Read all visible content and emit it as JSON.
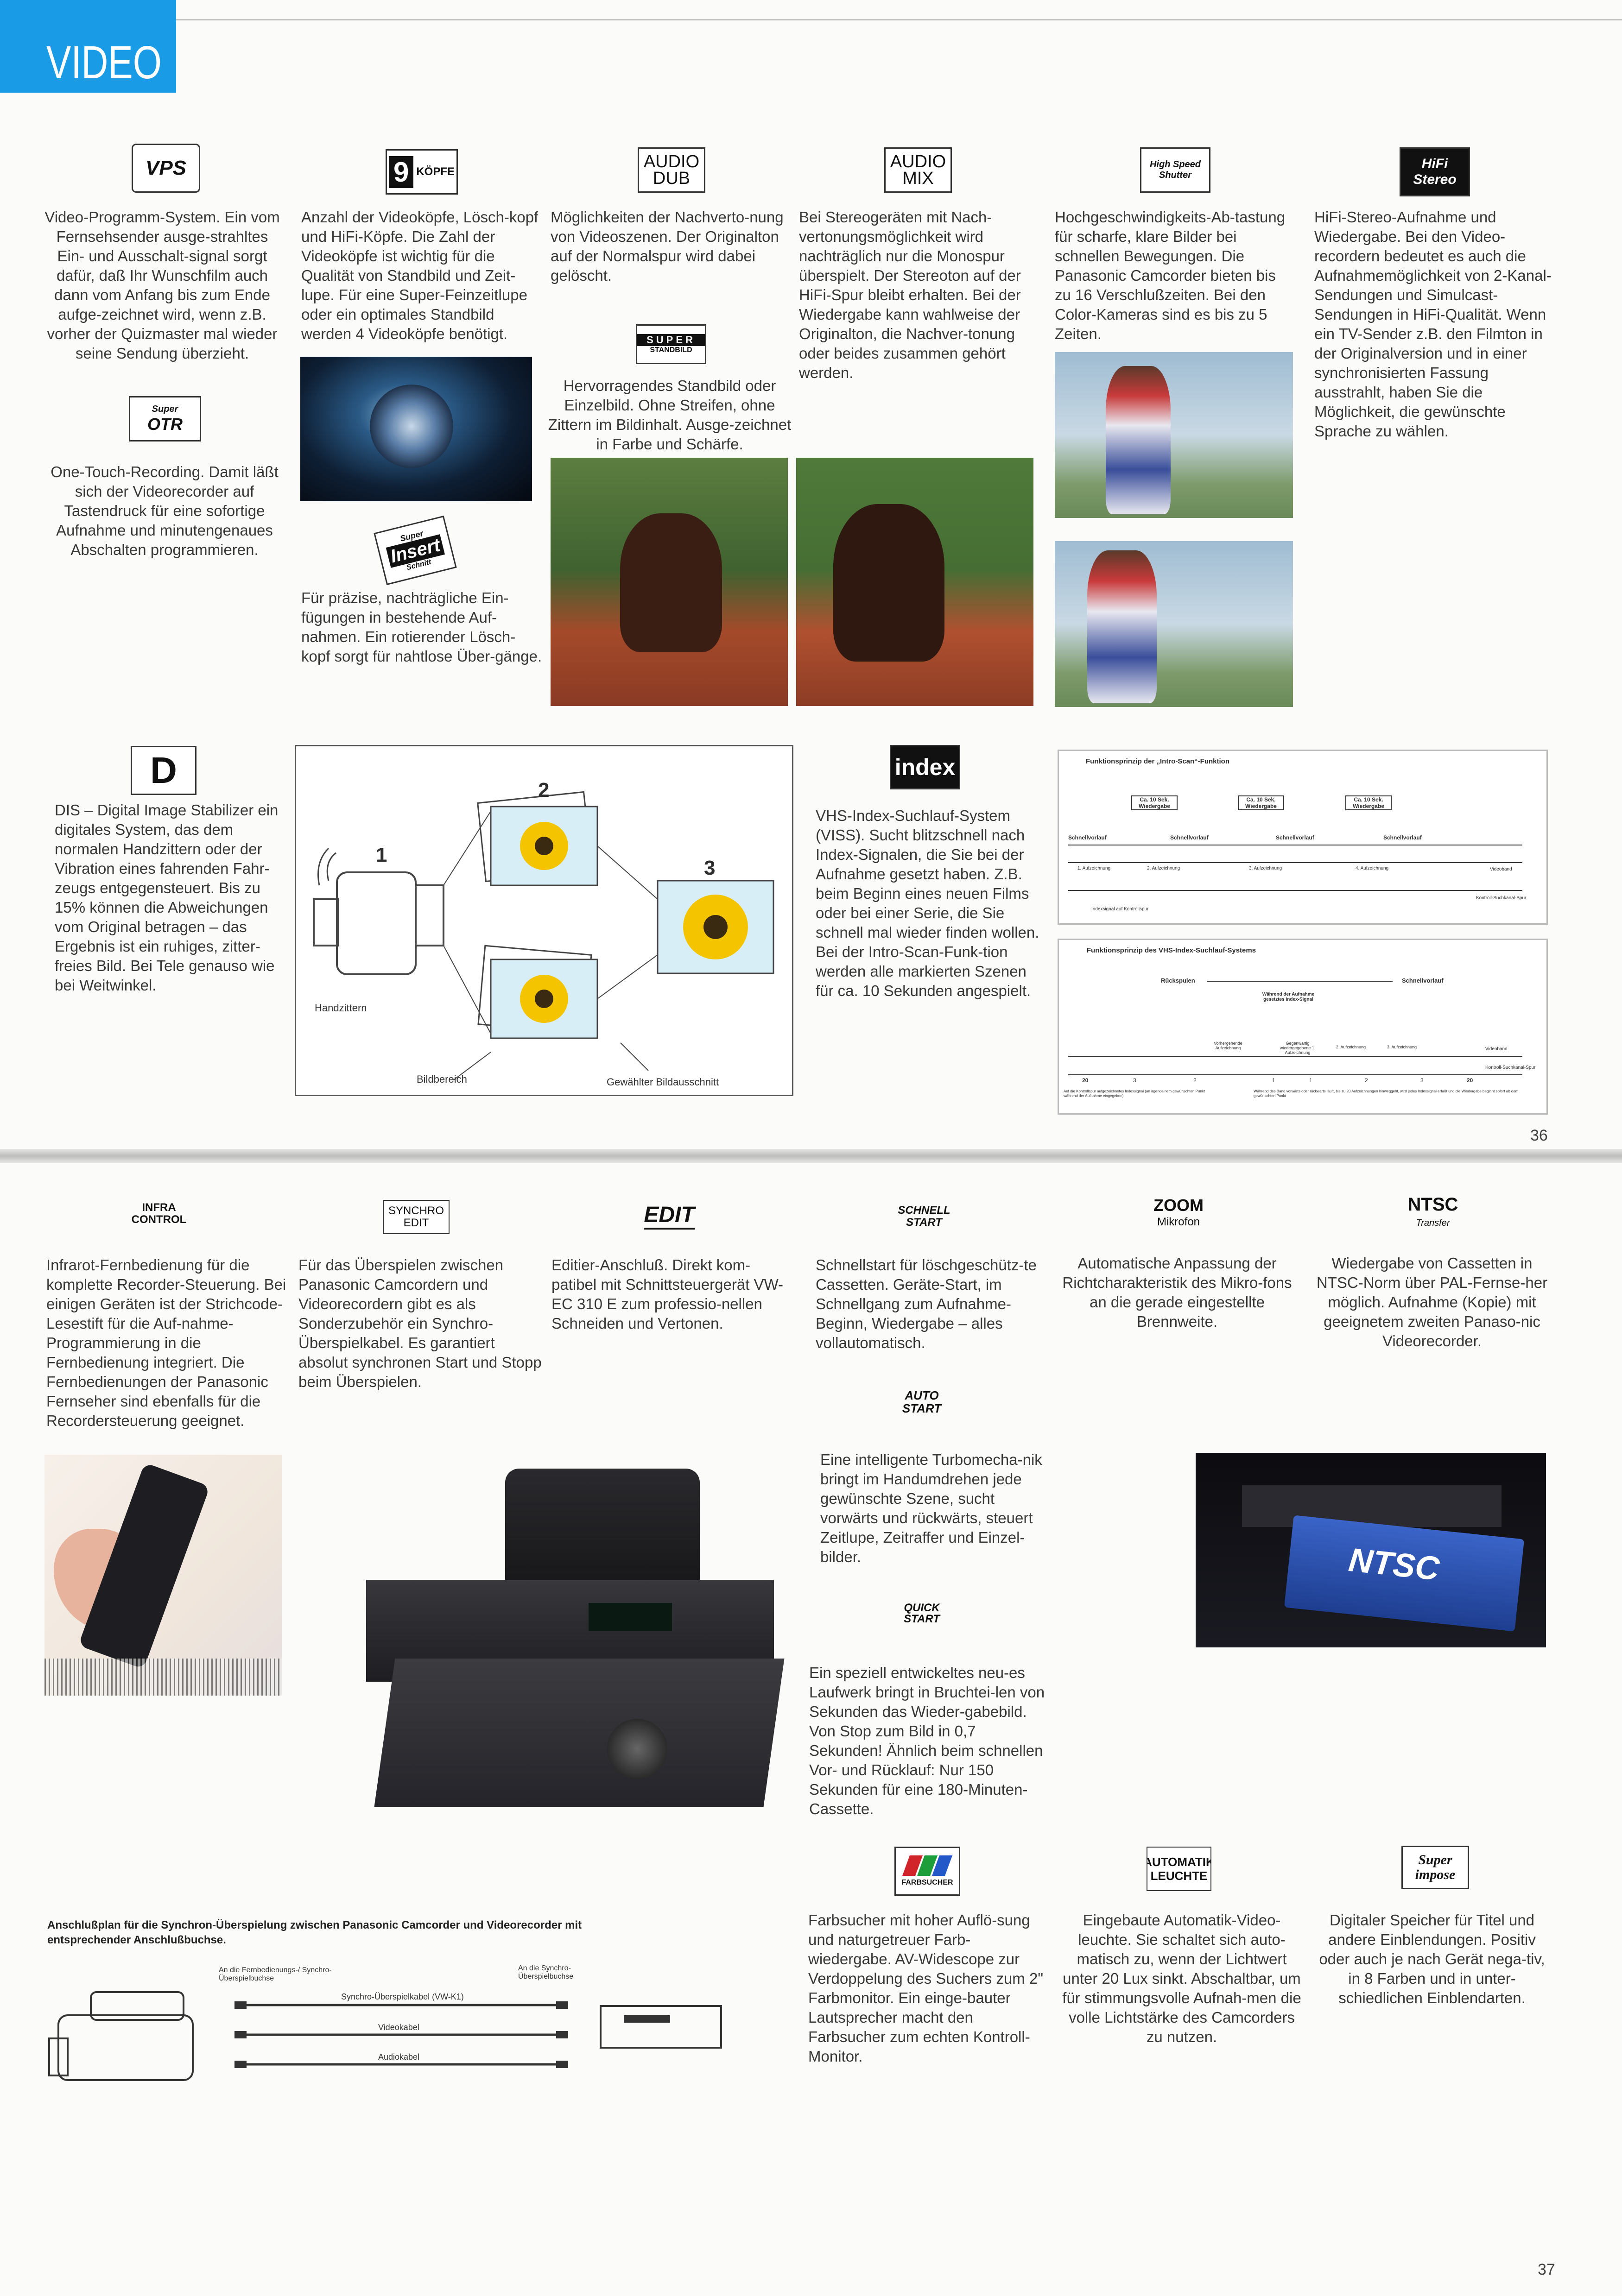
{
  "header": {
    "title": "VIDEO"
  },
  "page_numbers": {
    "top": "36",
    "bottom": "37"
  },
  "top": {
    "vps": {
      "logo": "VPS",
      "text": "Video-Programm-System. Ein vom Fernsehsender ausge-strahltes Ein- und Ausschalt-signal sorgt dafür, daß Ihr Wunschfilm auch dann vom Anfang bis zum Ende aufge-zeichnet wird, wenn z.B. vorher der Quizmaster mal wieder seine Sendung überzieht."
    },
    "otr": {
      "logo_small": "Super",
      "logo": "OTR",
      "text": "One-Touch-Recording. Damit läßt sich der Videorecorder auf Tastendruck für eine sofortige Aufnahme und minutengenaues Abschalten programmieren."
    },
    "koepfe": {
      "logo_num": "9",
      "logo": "KÖPFE",
      "text": "Anzahl der Videoköpfe, Lösch-kopf und HiFi-Köpfe. Die Zahl der Videoköpfe ist wichtig für die Qualität von Standbild und Zeit-lupe. Für eine Super-Feinzeitlupe oder ein optimales Standbild werden 4 Videoköpfe benötigt."
    },
    "insert": {
      "logo_small": "Super",
      "logo": "Insert",
      "logo_sub": "Schnitt",
      "text": "Für präzise, nachträgliche Ein-fügungen in bestehende Auf-nahmen. Ein rotierender Lösch-kopf sorgt für nahtlose Über-gänge."
    },
    "audio_dub": {
      "logo": "AUDIO DUB",
      "text": "Möglichkeiten der Nachverto-nung von Videoszenen. Der Originalton auf der Normalspur wird dabei gelöscht."
    },
    "standbild": {
      "logo_top": "SUPER",
      "logo": "STANDBILD",
      "text": "Hervorragendes Standbild oder Einzelbild. Ohne Streifen, ohne Zittern im Bildinhalt. Ausge-zeichnet in Farbe und Schärfe."
    },
    "audio_mix": {
      "logo": "AUDIO MIX",
      "text": "Bei Stereogeräten mit Nach-vertonungsmöglichkeit wird nachträglich nur die Monospur überspielt. Der Stereoton auf der HiFi-Spur bleibt erhalten. Bei der Wiedergabe kann wahlweise der Originalton, die Nachver-tonung oder beides zusammen gehört werden."
    },
    "shutter": {
      "logo": "High Speed Shutter",
      "text": "Hochgeschwindigkeits-Ab-tastung für scharfe, klare Bilder bei schnellen Bewegungen. Die Panasonic Camcorder bieten bis zu 16 Verschlußzeiten. Bei den Color-Kameras sind es bis zu 5 Zeiten."
    },
    "hifi": {
      "logo": "HiFi Stereo",
      "text": "HiFi-Stereo-Aufnahme und Wiedergabe. Bei den Video-recordern bedeutet es auch die Aufnahmemöglichkeit von 2-Kanal-Sendungen und Simulcast-Sendungen in HiFi-Qualität. Wenn ein TV-Sender z.B. den Filmton in der Originalversion und in einer synchronisierten Fassung ausstrahlt, haben Sie die Möglichkeit, die gewünschte Sprache zu wählen."
    },
    "dis": {
      "logo": "D",
      "text": "DIS – Digital Image Stabilizer ein digitales System, das dem normalen Handzittern oder der Vibration eines fahrenden Fahr-zeugs entgegensteuert. Bis zu 15% können die Abweichungen vom Original betragen – das Ergebnis ist ein ruhiges, zitter-freies Bild. Bei Tele genauso wie bei Weitwinkel."
    },
    "dis_diagram": {
      "n1": "1",
      "n2": "2",
      "n3": "3",
      "handzittern": "Handzittern",
      "bildbereich": "Bildbereich",
      "ausschnitt": "Gewählter Bildausschnitt"
    },
    "index": {
      "logo": "index",
      "text": "VHS-Index-Suchlauf-System (VISS). Sucht blitzschnell nach Index-Signalen, die Sie bei der Aufnahme gesetzt haben. Z.B. beim Beginn eines neuen Films oder bei einer Serie, die Sie schnell mal wieder finden wollen. Bei der Intro-Scan-Funk-tion werden alle markierten Szenen für ca. 10 Sekunden angespielt."
    },
    "index_diagram": {
      "title1": "Funktionsprinzip der „Intro-Scan“-Funktion",
      "boxes": [
        "Ca. 10 Sek. Wiedergabe",
        "Ca. 10 Sek. Wiedergabe",
        "Ca. 10 Sek. Wiedergabe"
      ],
      "row": [
        "Schnellvorlauf",
        "Schnellvorlauf",
        "Schnellvorlauf",
        "Schnellvorlauf"
      ],
      "rec": [
        "1. Aufzeichnung",
        "2. Aufzeichnung",
        "3. Aufzeichnung",
        "4. Aufzeichnung"
      ],
      "videoband": "Videoband",
      "kontroll": "Kontroll-Suchkanal-Spur",
      "indexsignal": "Indexsignal auf Kontrollspur",
      "title2": "Funktionsprinzip des VHS-Index-Suchlauf-Systems",
      "rueck": "Rückspulen",
      "vor": "Schnellvorlauf",
      "mid": "Während der Aufnahme gesetztes Index-Signal",
      "lower": [
        "Vorhergehende Aufzeichnung",
        "Gegenwärtig wiedergegebene 1. Aufzeichnung",
        "2. Aufzeichnung",
        "3. Aufzeichnung"
      ],
      "nums": [
        "20",
        "3",
        "2",
        "1",
        "1",
        "2",
        "3",
        "20"
      ],
      "foot_left": "Auf die Kontrollspur aufgezeichnetes Indexsignal (an irgendeinem gewünschten Punkt während der Aufnahme eingegeben)",
      "foot_right": "Während des Band vorwärts oder rückwärts läuft, bis zu 20 Aufzeichnungen hinweggeht, wird jedes Indexsignal erfaßt und die Wiedergabe beginnt sofort ab dem gewünschten Punkt"
    }
  },
  "bottom": {
    "infra": {
      "logo": "INFRA CONTROL",
      "text": "Infrarot-Fernbedienung für die komplette Recorder-Steuerung. Bei einigen Geräten ist der Strichcode-Lesestift für die Auf-nahme-Programmierung in die Fernbedienung integriert. Die Fernbedienungen der Panasonic Fernseher sind ebenfalls für die Recordersteuerung geeignet."
    },
    "synchro": {
      "logo": "SYNCHRO EDIT",
      "text": "Für das Überspielen zwischen Panasonic Camcordern und Videorecordern gibt es als Sonderzubehör ein Synchro-Überspielkabel. Es garantiert absolut synchronen Start und Stopp beim Überspielen."
    },
    "edit": {
      "logo": "EDIT",
      "text": "Editier-Anschluß. Direkt kom-patibel mit Schnittsteuergerät VW-EC 310 E zum professio-nellen Schneiden und Vertonen."
    },
    "schnell": {
      "logo": "SCHNELL START",
      "text": "Schnellstart für löschgeschütz-te Cassetten. Geräte-Start, im Schnellgang zum Aufnahme-Beginn, Wiedergabe – alles vollautomatisch."
    },
    "auto": {
      "logo": "AUTO START",
      "text": "Eine intelligente Turbomecha-nik bringt im Handumdrehen jede gewünschte Szene, sucht vorwärts und rückwärts, steuert Zeitlupe, Zeitraffer und Einzel-bilder."
    },
    "quick": {
      "logo": "QUICK START",
      "text": "Ein speziell entwickeltes neu-es Laufwerk bringt in Bruchtei-len von Sekunden das Wieder-gabebild. Von Stop zum Bild in 0,7 Sekunden! Ähnlich beim schnellen Vor- und Rücklauf: Nur 150 Sekunden für eine 180-Minuten-Cassette."
    },
    "farbsucher": {
      "logo": "FARBSUCHER",
      "text": "Farbsucher mit hoher Auflö-sung und naturgetreuer Farb-wiedergabe. AV-Widescope zur Verdoppelung des Suchers zum 2\" Farbmonitor. Ein einge-bauter Lautsprecher macht den Farbsucher zum echten Kontroll-Monitor."
    },
    "zoom": {
      "logo": "ZOOM",
      "logo_sub": "Mikrofon",
      "text": "Automatische Anpassung der Richtcharakteristik des Mikro-fons an die gerade eingestellte Brennweite."
    },
    "leuchte": {
      "logo": "AUTOMATIK LEUCHTE",
      "text": "Eingebaute Automatik-Video-leuchte. Sie schaltet sich auto-matisch zu, wenn der Lichtwert unter 20 Lux sinkt. Abschaltbar, um für stimmungsvolle Aufnah-men die volle Lichtstärke des Camcorders zu nutzen."
    },
    "ntsc": {
      "logo": "NTSC",
      "logo_sub": "Transfer",
      "text": "Wiedergabe von Cassetten in NTSC-Norm über PAL-Fernse-her möglich. Aufnahme (Kopie) mit geeignetem zweiten Panaso-nic Videorecorder."
    },
    "impose": {
      "logo": "Super impose",
      "text": "Digitaler Speicher für Titel und andere Einblendungen. Positiv oder auch je nach Gerät nega-tiv, in 8 Farben und in unter-schiedlichen Einblendarten."
    },
    "cable_diagram": {
      "title": "Anschlußplan für die Synchron-Überspielung zwischen Panasonic Camcorder und Videorecorder mit entsprechender Anschlußbuchse.",
      "left_label": "An die Fernbedienungs-/ Synchro-Überspielbuchse",
      "right_label": "An die Synchro-Überspielbuchse",
      "cable1": "Synchro-Überspielkabel (VW-K1)",
      "cable2": "Videokabel",
      "cable3": "Audiokabel"
    },
    "ntsc_cassette": "NTSC"
  },
  "colors": {
    "header_blue": "#1a9be6",
    "text": "#383838",
    "flower_yellow": "#f5c400"
  }
}
